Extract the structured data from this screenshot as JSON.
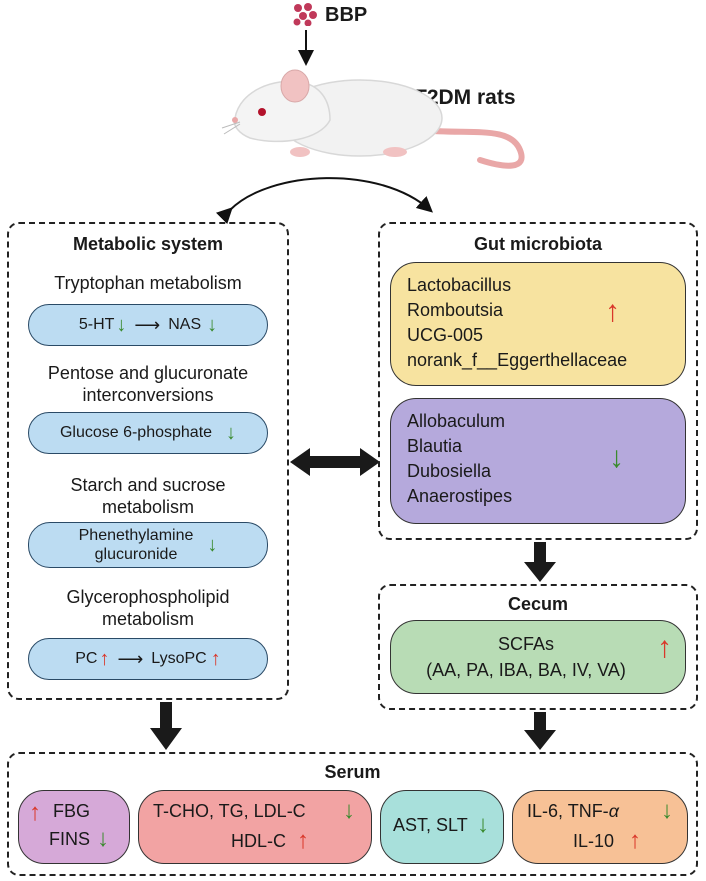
{
  "top": {
    "input": "BBP",
    "subject": "T2DM rats"
  },
  "metabolic": {
    "title": "Metabolic system",
    "tryptophan": {
      "title": "Tryptophan metabolism",
      "a": "5-HT",
      "b": "NAS"
    },
    "pentose": {
      "title1": "Pentose and glucuronate",
      "title2": "interconversions",
      "item": "Glucose 6-phosphate"
    },
    "starch": {
      "title1": "Starch and sucrose",
      "title2": "metabolism",
      "item1": "Phenethylamine",
      "item2": "glucuronide"
    },
    "glycero": {
      "title1": "Glycerophospholipid",
      "title2": "metabolism",
      "a": "PC",
      "b": "LysoPC"
    }
  },
  "gut": {
    "title": "Gut microbiota",
    "up": [
      "Lactobacillus",
      "Romboutsia",
      "UCG-005",
      "norank_f__Eggerthellaceae"
    ],
    "down": [
      "Allobaculum",
      "Blautia",
      "Dubosiella",
      "Anaerostipes"
    ]
  },
  "cecum": {
    "title": "Cecum",
    "line1": "SCFAs",
    "line2": "(AA, PA, IBA, BA, IV, VA)"
  },
  "serum": {
    "title": "Serum",
    "box1": {
      "l1": "FBG",
      "l2": "FINS"
    },
    "box2": {
      "l1": "T-CHO, TG, LDL-C",
      "l2": "HDL-C"
    },
    "box3": {
      "l1": "AST, SLT"
    },
    "box4": {
      "l1": "IL-6, TNF-",
      "alpha": "α",
      "l2": "IL-10"
    }
  },
  "arrows": {
    "up": "↑",
    "down": "↓"
  },
  "colors": {
    "metab_pill": "#bcdcf2",
    "gut_up": "#f7e3a0",
    "gut_down": "#b5a9dc",
    "cecum": "#b8dcb5",
    "serum1": "#d6a9d8",
    "serum2": "#f2a3a3",
    "serum3": "#a8e0db",
    "serum4": "#f7c196",
    "arrow_up": "#d9372a",
    "arrow_down": "#3a8a2e"
  }
}
